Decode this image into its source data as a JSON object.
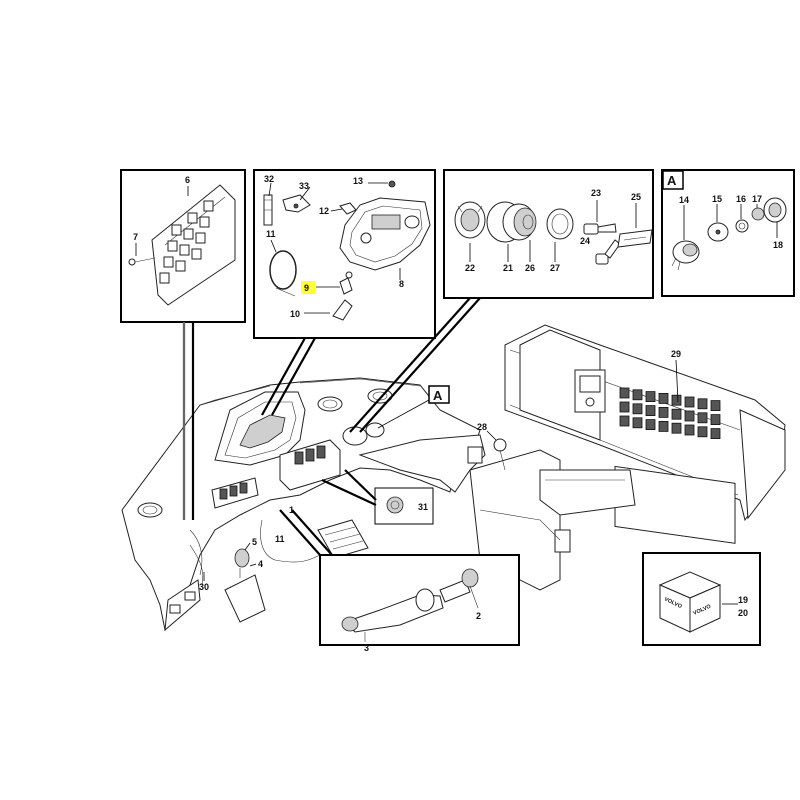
{
  "callouts": {
    "c1": "1",
    "c2": "2",
    "c3": "3",
    "c4": "4",
    "c5": "5",
    "c6": "6",
    "c7": "7",
    "c8": "8",
    "c9": "9",
    "c10": "10",
    "c11": "11",
    "c11b": "11",
    "c12": "12",
    "c13": "13",
    "c14": "14",
    "c15": "15",
    "c16": "16",
    "c17": "17",
    "c18": "18",
    "c19": "19",
    "c20": "20",
    "c21": "21",
    "c22": "22",
    "c23": "23",
    "c24": "24",
    "c25": "25",
    "c26": "26",
    "c27": "27",
    "c28": "28",
    "c29": "29",
    "c30": "30",
    "c31": "31",
    "c32": "32",
    "c33": "33"
  },
  "view_markers": {
    "detail": "A",
    "main": "A"
  },
  "brand": {
    "logo_text_a": "VOLVO",
    "logo_text_b": "VOLVO"
  },
  "colors": {
    "highlight": "#ffff33",
    "line": "#000000",
    "shade": "#cfcfcf"
  }
}
